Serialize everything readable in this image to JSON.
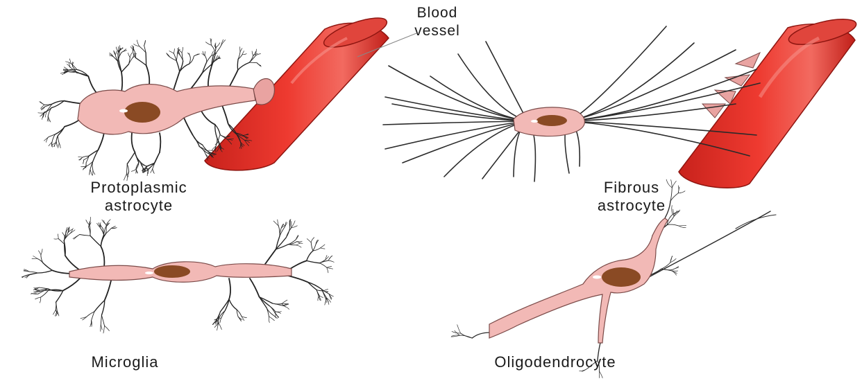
{
  "labels": {
    "blood_vessel": [
      "Blood",
      "vessel"
    ],
    "protoplasmic_astrocyte": [
      "Protoplasmic",
      "astrocyte"
    ],
    "fibrous_astrocyte": [
      "Fibrous",
      "astrocyte"
    ],
    "microglia": "Microglia",
    "oligodendrocyte": "Oligodendrocyte"
  },
  "colors": {
    "vessel": "#e8322a",
    "vessel_shadow": "#b81d18",
    "vessel_highlight": "#f68a7f",
    "cell_body": "#f2b9b6",
    "cell_outline": "#6b4a48",
    "nucleus": "#8a4a24",
    "process_line": "#2b2b2b"
  }
}
